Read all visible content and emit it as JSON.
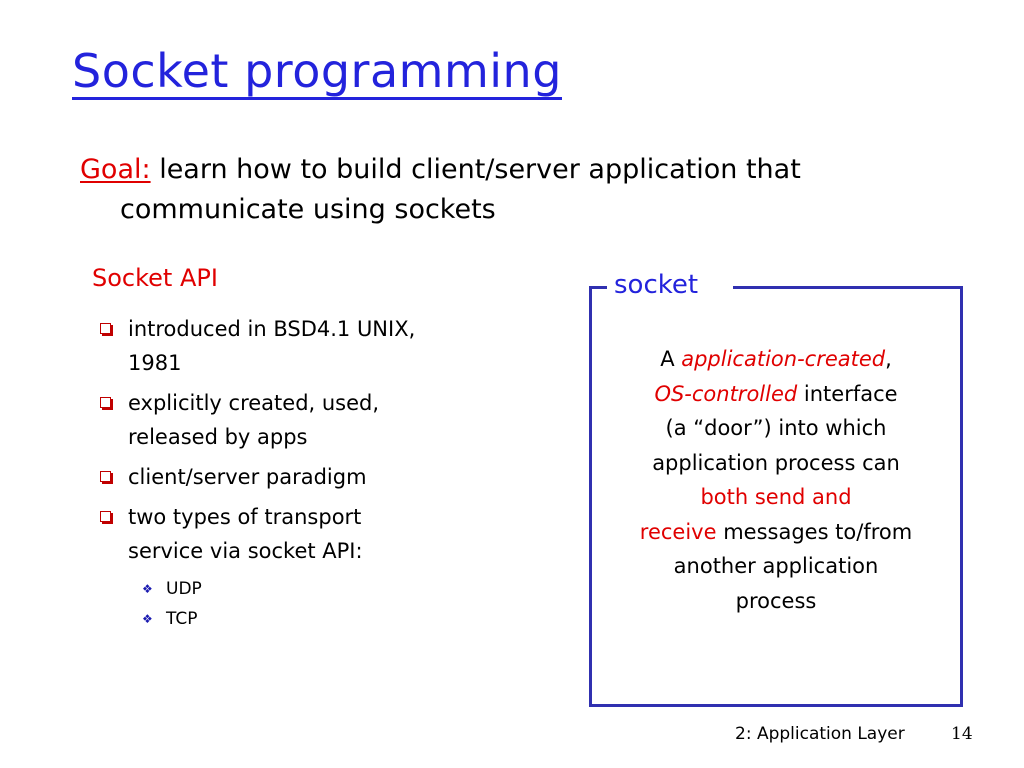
{
  "slide": {
    "title": "Socket programming",
    "goal_label": "Goal:",
    "goal_line1": "learn how to build client/server application that",
    "goal_line2": "communicate using sockets"
  },
  "api": {
    "heading": "Socket API",
    "bullets": [
      {
        "line1": "introduced in BSD4.1 UNIX,",
        "line2": "1981"
      },
      {
        "line1": "explicitly created, used,",
        "line2": "released by apps"
      },
      {
        "line1": "client/server paradigm"
      },
      {
        "line1": "two types of transport",
        "line2": "service via socket API:"
      }
    ],
    "sub_bullets": [
      "UDP",
      "TCP"
    ]
  },
  "socket_box": {
    "label": "socket",
    "desc": {
      "a": "A ",
      "app_created": "application-created",
      "comma": ",",
      "os_controlled": "OS-controlled",
      "interface": " interface",
      "door": "(a “door”) into which",
      "process_can": "application process can",
      "both_send": "both send and",
      "receive": "receive",
      "messages": " messages to/from",
      "another": "another application",
      "process": "process"
    }
  },
  "footer": {
    "label": "2: Application Layer",
    "page": "14"
  },
  "colors": {
    "title_blue": "#2323dc",
    "accent_red": "#e00000",
    "frame_blue": "#3030b0"
  }
}
